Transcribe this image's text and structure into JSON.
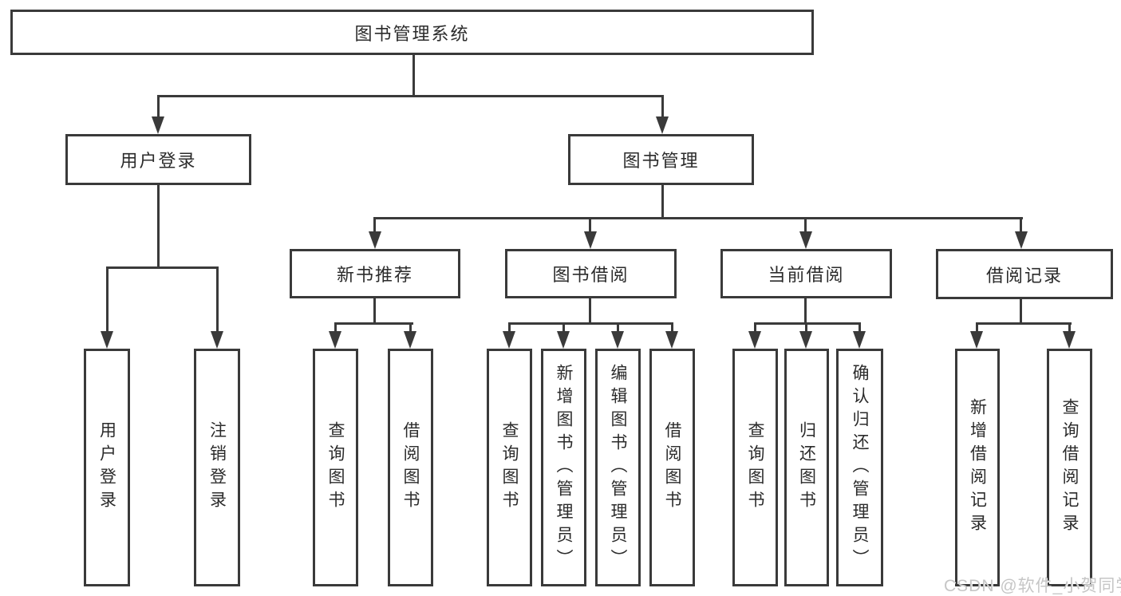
{
  "diagram_type": "hierarchy-tree",
  "nodes": {
    "root": "图书管理系统",
    "login": "用户登录",
    "mgmt": "图书管理",
    "newbook": "新书推荐",
    "borrow": "图书借阅",
    "current": "当前借阅",
    "records": "借阅记录"
  },
  "leaves": {
    "login": [
      "用户登录",
      "注销登录"
    ],
    "newbook": [
      "查询图书",
      "借阅图书"
    ],
    "borrow": [
      "查询图书",
      "新增图书（管理员）",
      "编辑图书（管理员）",
      "借阅图书"
    ],
    "current": [
      "查询图书",
      "归还图书",
      "确认归还（管理员）"
    ],
    "records": [
      "新增借阅记录",
      "查询借阅记录"
    ]
  },
  "watermark": "CSDN @软件_小贺同学",
  "colors": {
    "line": "#3a3a3a",
    "text": "#2b2b2b",
    "watermark": "#c6c6c6",
    "background": "#ffffff"
  }
}
